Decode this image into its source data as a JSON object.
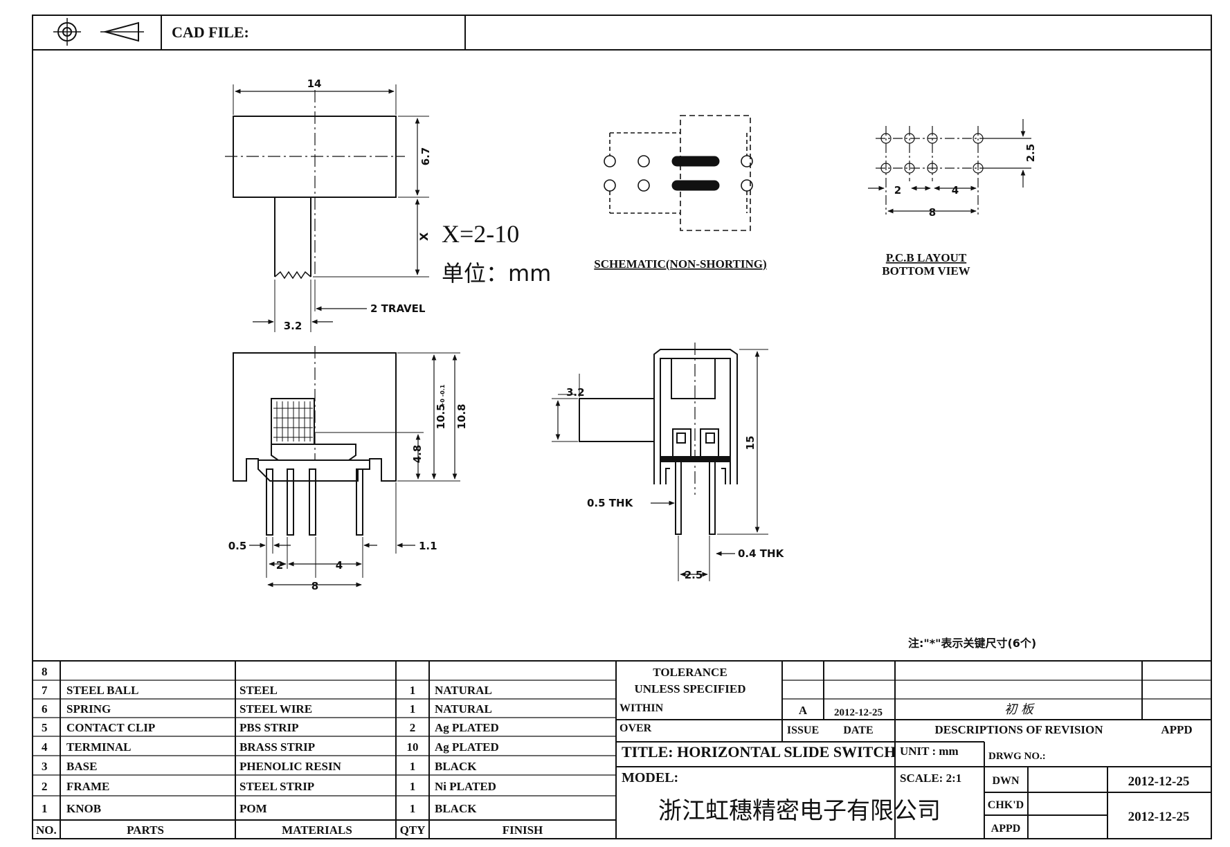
{
  "header": {
    "cad_label": "CAD FILE:",
    "projection_icon": "first-angle-projection-icon"
  },
  "top_view": {
    "width_dim": "14",
    "height_dim": "6.7",
    "stroke_dim": "X",
    "stroke_note": "X=2-10",
    "unit_note": "单位：mm",
    "knob_width_dim": "3.2",
    "travel_dim": "2 TRAVEL"
  },
  "schematic": {
    "label": "SCHEMATIC(NON-SHORTING)"
  },
  "pcb_layout": {
    "label_line1": "P.C.B LAYOUT",
    "label_line2": "BOTTOM VIEW",
    "dim_row_pitch": "2.5",
    "dim_pitch_2": "2",
    "dim_pitch_4": "4",
    "dim_total_8": "8"
  },
  "front_view": {
    "dim_height_total": "10.8",
    "dim_height_body": "10.5",
    "dim_height_tol": "+0 -0.1",
    "dim_knob_height": "4.8",
    "dim_pin_thk": "0.5",
    "dim_pitch_2": "2",
    "dim_pitch_4": "4",
    "dim_total_8": "8",
    "dim_edge": "1.1"
  },
  "side_view": {
    "dim_knob": "3.2",
    "dim_height": "15",
    "dim_pin_thk_a": "0.5 THK",
    "dim_pin_thk_b": "0.4 THK",
    "dim_pitch": "2.5"
  },
  "note": "注:\"*\"表示关键尺寸(6个)",
  "bom": {
    "headers": {
      "no": "NO.",
      "parts": "PARTS",
      "materials": "MATERIALS",
      "qty": "QTY",
      "finish": "FINISH"
    },
    "rows": [
      {
        "no": "8",
        "part": "",
        "material": "",
        "qty": "",
        "finish": ""
      },
      {
        "no": "7",
        "part": "STEEL BALL",
        "material": "STEEL",
        "qty": "1",
        "finish": "NATURAL"
      },
      {
        "no": "6",
        "part": "SPRING",
        "material": "STEEL WIRE",
        "qty": "1",
        "finish": "NATURAL"
      },
      {
        "no": "5",
        "part": "CONTACT CLIP",
        "material": "PBS STRIP",
        "qty": "2",
        "finish": "Ag PLATED"
      },
      {
        "no": "4",
        "part": "TERMINAL",
        "material": "BRASS STRIP",
        "qty": "10",
        "finish": "Ag PLATED"
      },
      {
        "no": "3",
        "part": "BASE",
        "material": "PHENOLIC RESIN",
        "qty": "1",
        "finish": "BLACK"
      },
      {
        "no": "2",
        "part": "FRAME",
        "material": "STEEL STRIP",
        "qty": "1",
        "finish": "Ni PLATED"
      },
      {
        "no": "1",
        "part": "KNOB",
        "material": "POM",
        "qty": "1",
        "finish": "BLACK"
      }
    ]
  },
  "title_block": {
    "tolerance_1": "TOLERANCE",
    "tolerance_2": "UNLESS  SPECIFIED",
    "within": "WITHIN",
    "over": "OVER",
    "issue_value": "A",
    "issue_date": "2012-12-25",
    "issue_label": "ISSUE",
    "date_label": "DATE",
    "revision_desc": "初 板",
    "desc_label": "DESCRIPTIONS OF REVISION",
    "appd_label": "APPD",
    "title": "TITLE: HORIZONTAL SLIDE SWITCH",
    "unit": "UNIT : mm",
    "drwg_no": "DRWG NO.:",
    "model": "MODEL:",
    "scale": "SCALE: 2:1",
    "company": "浙江虹穗精密电子有限公司",
    "dwn_label": "DWN",
    "dwn_date": "2012-12-25",
    "chkd_label": "CHK'D",
    "appd2_label": "APPD",
    "chk_date": "2012-12-25"
  }
}
